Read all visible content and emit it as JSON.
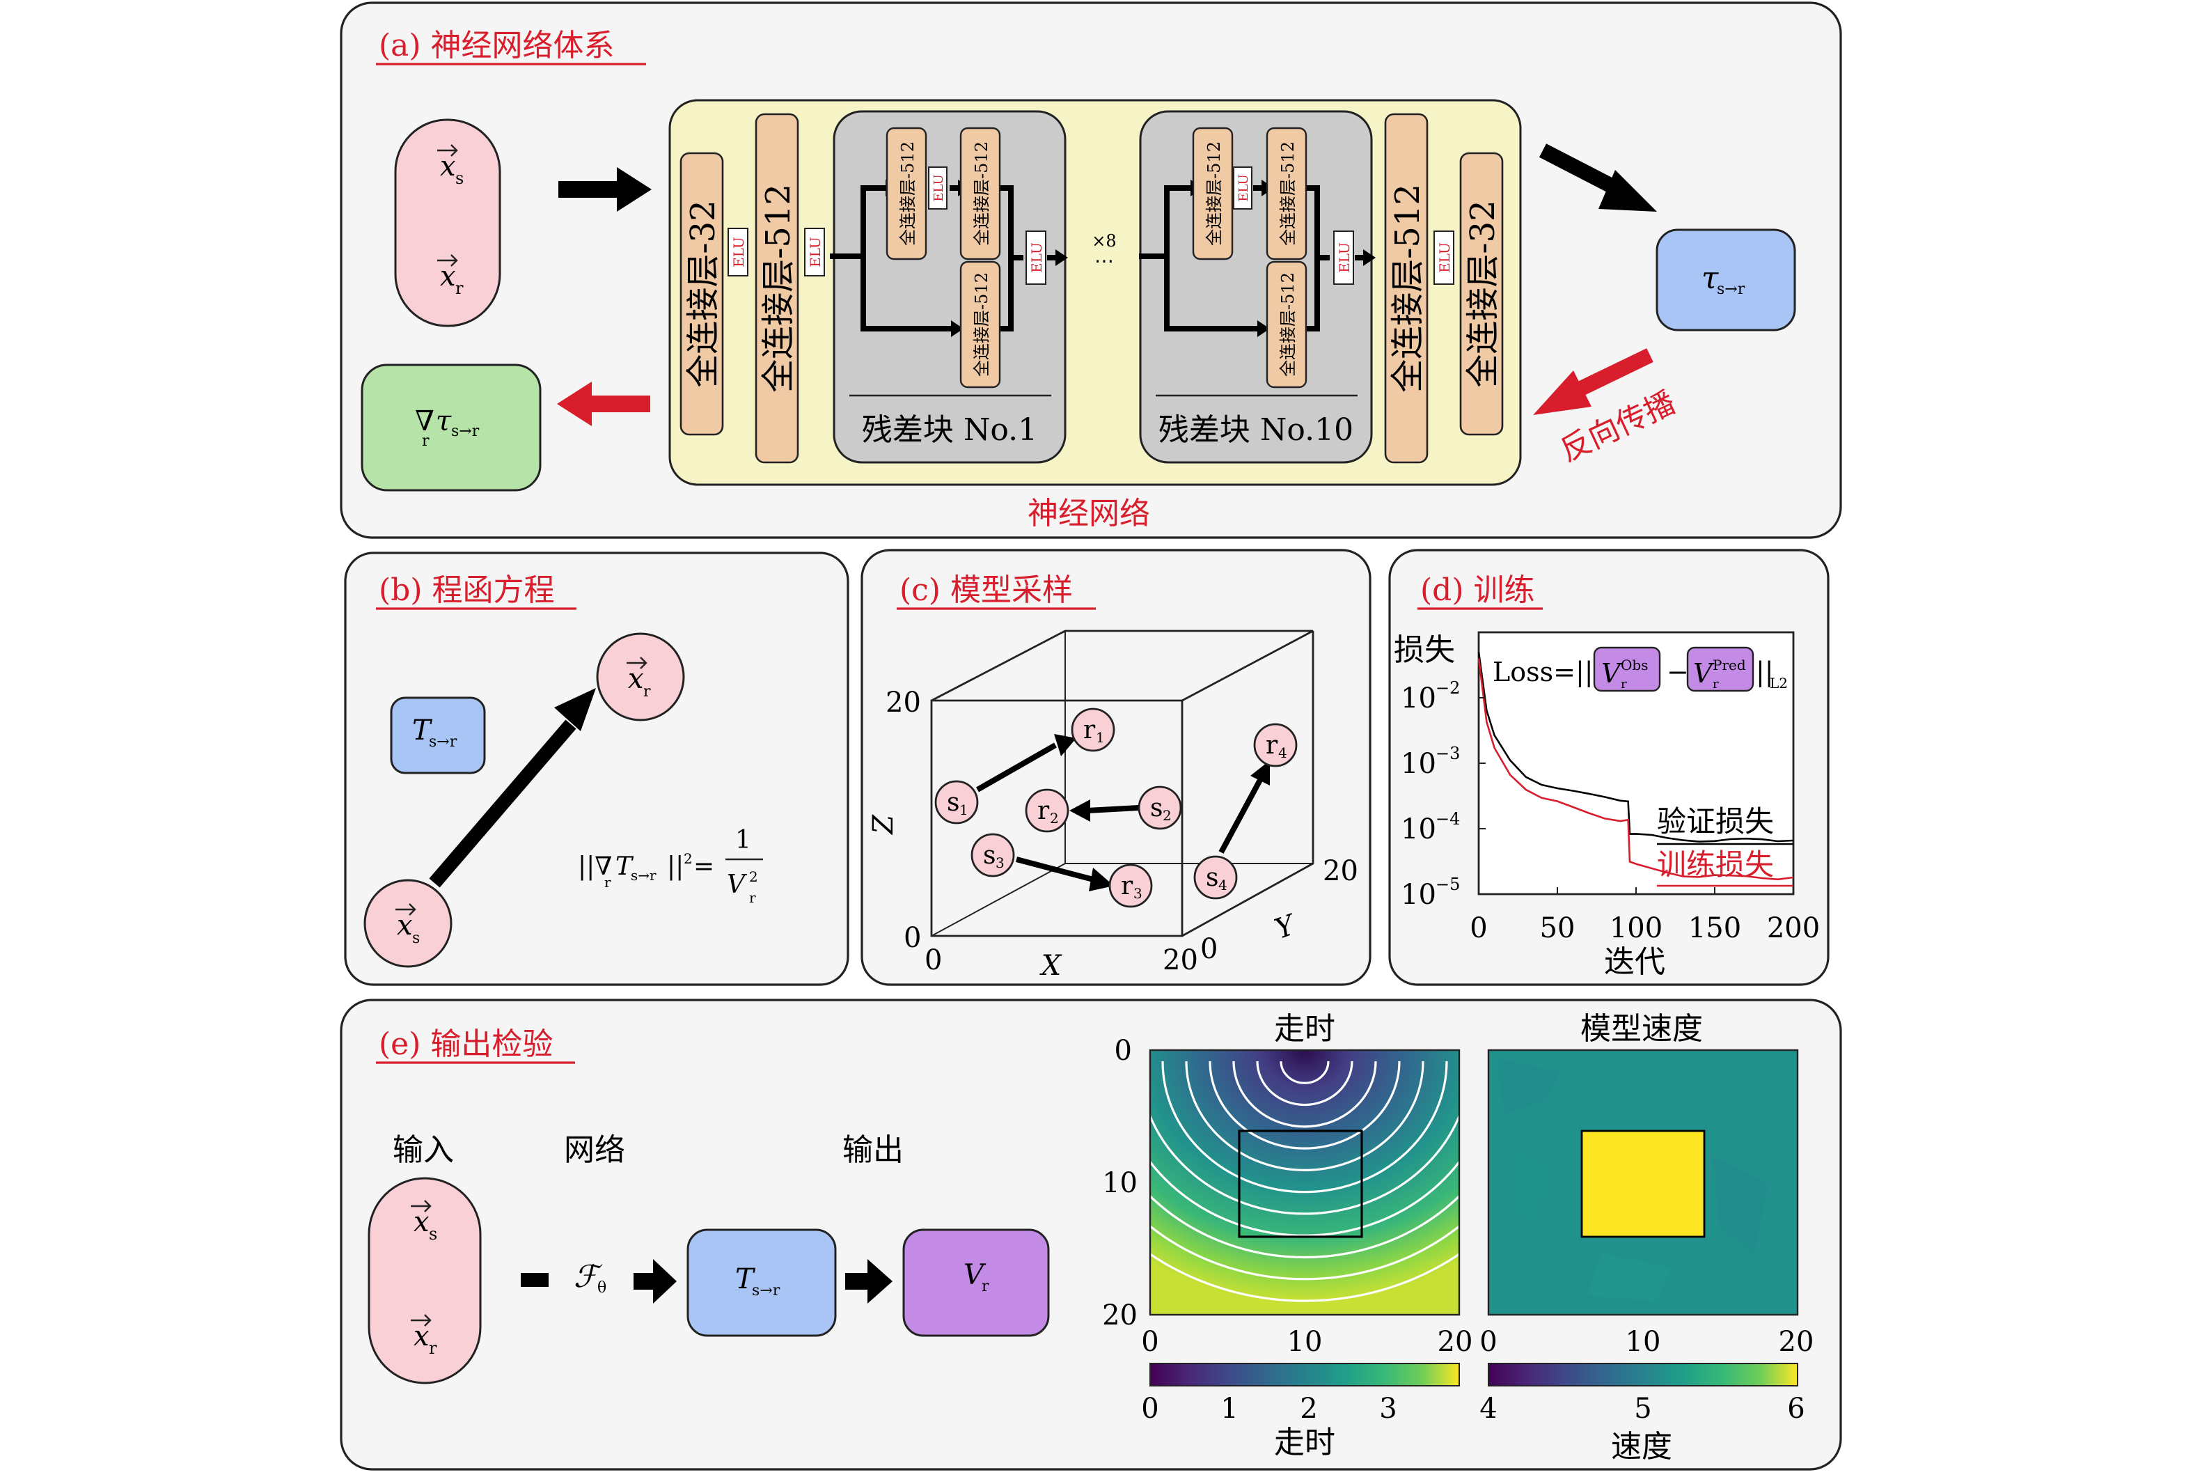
{
  "panels": {
    "a": {
      "title": "(a) 神经网络体系",
      "caption": "神经网络",
      "backprop": "反向传播"
    },
    "b": {
      "title": "(b) 程函方程"
    },
    "c": {
      "title": "(c) 模型采样"
    },
    "d": {
      "title": "(d) 训练"
    },
    "e": {
      "title": "(e) 输出检验"
    }
  },
  "network": {
    "fc32": "全连接层-32",
    "fc512": "全连接层-512",
    "fc512_small": "全连接层-512",
    "elu": "ELU",
    "times8": "×8",
    "ellipsis": "⋯",
    "res1": "残差块 No.1",
    "res10": "残差块 No.10"
  },
  "math": {
    "xs_letter": "x",
    "xs_sub": "s",
    "xr_letter": "x",
    "xr_sub": "r",
    "tau": "τ",
    "tau_sub": "s→r",
    "nabla": "∇",
    "nabla_sub": "r",
    "T": "T",
    "T_sub": "s→r",
    "eikonal_left": "||∇",
    "eikonal_sub_r": "r",
    "eikonal_T": "T",
    "eikonal_Tsub": "s→r",
    "eikonal_mid": "||",
    "eikonal_sq": "2",
    "eikonal_eq": "=",
    "eikonal_num": "1",
    "eikonal_den": "V",
    "eikonal_den_sub": "r",
    "eikonal_den_sup": "2",
    "F": "ℱ",
    "F_sub": "θ",
    "V": "V",
    "V_sub": "r"
  },
  "sampling": {
    "axis_x": "X",
    "axis_y": "Y",
    "axis_z": "Z",
    "tick_zero_front": "0",
    "tick_20_x": "20",
    "tick_zero_z": "0",
    "tick_20_z": "20",
    "tick_zero_y": "0",
    "tick_20_y": "20",
    "points": [
      {
        "label": "s",
        "sub": "1"
      },
      {
        "label": "r",
        "sub": "1"
      },
      {
        "label": "s",
        "sub": "2"
      },
      {
        "label": "r",
        "sub": "2"
      },
      {
        "label": "s",
        "sub": "3"
      },
      {
        "label": "r",
        "sub": "3"
      },
      {
        "label": "s",
        "sub": "4"
      },
      {
        "label": "r",
        "sub": "4"
      }
    ]
  },
  "training": {
    "ylabel": "损失",
    "xlabel": "迭代",
    "loss_prefix": "Loss=||",
    "loss_v1": "V",
    "loss_v1_sup": "Obs",
    "loss_v1_sub": "r",
    "loss_minus": "−",
    "loss_v2": "V",
    "loss_v2_sup": "Pred",
    "loss_v2_sub": "r",
    "loss_suffix": "||",
    "loss_norm": "L2",
    "legend_val": "验证损失",
    "legend_train": "训练损失"
  },
  "output": {
    "input_label": "输入",
    "network_label": "网络",
    "output_label": "输出",
    "map1_title": "走时",
    "map2_title": "模型速度",
    "cbar1_label": "走时",
    "cbar2_label": "速度",
    "map1_y_ticks": [
      "0",
      "10",
      "20"
    ],
    "map1_x_ticks": [
      "0",
      "10",
      "20"
    ],
    "map2_x_ticks": [
      "0",
      "10",
      "20"
    ],
    "cbar1_ticks": [
      "0",
      "1",
      "2",
      "3"
    ],
    "cbar2_ticks": [
      "4",
      "5",
      "6"
    ]
  },
  "chart_data": {
    "type": "line",
    "xlabel": "迭代",
    "ylabel": "损失",
    "xlim": [
      0,
      200
    ],
    "ylim": [
      1e-05,
      0.1
    ],
    "yscale": "log",
    "x_ticks": [
      "0",
      "50",
      "100",
      "150",
      "200"
    ],
    "y_ticks": [
      {
        "base": "10",
        "exp": "−2",
        "value": 0.01
      },
      {
        "base": "10",
        "exp": "−3",
        "value": 0.001
      },
      {
        "base": "10",
        "exp": "−4",
        "value": 0.0001
      },
      {
        "base": "10",
        "exp": "−5",
        "value": 1e-05
      }
    ],
    "series": [
      {
        "name": "验证损失",
        "color": "#000000",
        "x": [
          0,
          5,
          10,
          20,
          30,
          40,
          50,
          60,
          70,
          80,
          90,
          95,
          96,
          100,
          110,
          120,
          130,
          140,
          150,
          160,
          170,
          180,
          190,
          200
        ],
        "y": [
          0.05,
          0.006,
          0.0025,
          0.0011,
          0.00065,
          0.0005,
          0.00042,
          0.00036,
          0.00032,
          0.0003,
          0.00028,
          0.00028,
          8.5e-05,
          8e-05,
          7.5e-05,
          7e-05,
          6.9e-05,
          6.8e-05,
          6.7e-05,
          6.7e-05,
          6.6e-05,
          6.6e-05,
          6.6e-05,
          6.6e-05
        ]
      },
      {
        "name": "训练损失",
        "color": "#d81e2c",
        "x": [
          0,
          5,
          10,
          20,
          30,
          40,
          50,
          60,
          70,
          80,
          90,
          95,
          96,
          100,
          110,
          120,
          130,
          140,
          150,
          160,
          170,
          180,
          190,
          200
        ],
        "y": [
          0.04,
          0.004,
          0.0017,
          0.0007,
          0.00042,
          0.0003,
          0.00025,
          0.0002,
          0.00017,
          0.00015,
          0.00014,
          0.00014,
          3e-05,
          2.7e-05,
          2.4e-05,
          2.2e-05,
          2e-05,
          1.9e-05,
          1.9e-05,
          1.8e-05,
          1.8e-05,
          1.8e-05,
          1.8e-05,
          1.8e-05
        ]
      }
    ]
  },
  "colors": {
    "panel_bg": "#f5f5f5",
    "pink": "#f9d0d6",
    "yellow": "#f6f3c6",
    "gray_block": "#cbcbcb",
    "orange_layer": "#f0c9a5",
    "blue": "#a9c5f5",
    "green": "#b5e3a8",
    "purple": "#c48be6",
    "red": "#d81e2c"
  }
}
